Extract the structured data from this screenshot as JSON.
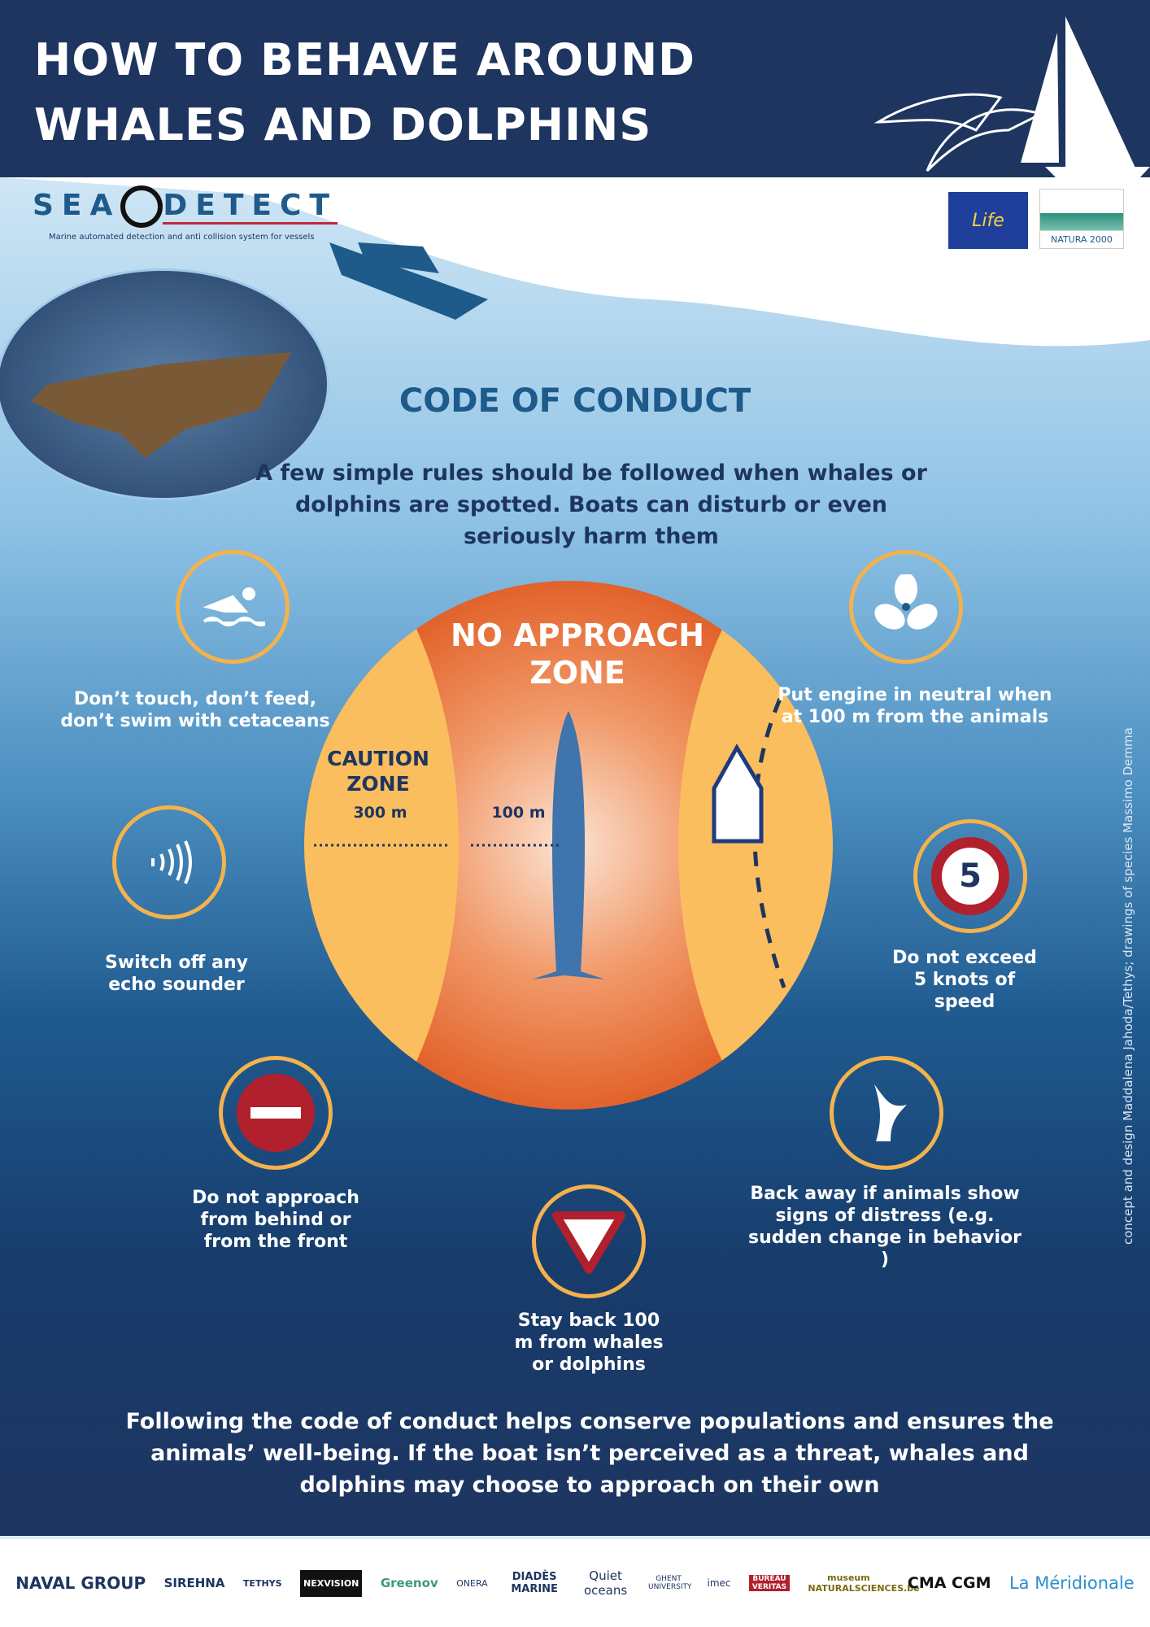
{
  "header": {
    "title_line1": "HOW TO BEHAVE AROUND",
    "title_line2": "WHALES AND DOLPHINS"
  },
  "brand": {
    "name_left": "SEA",
    "name_right": "DETECT",
    "tagline": "Marine automated detection and anti collision system for vessels",
    "eu_logo": "Life",
    "natura": "NATURA 2000"
  },
  "main": {
    "heading": "CODE OF CONDUCT",
    "intro": "A few simple rules should be followed when whales or dolphins are spotted. Boats can disturb or even seriously harm them"
  },
  "zones": {
    "no_approach": "NO APPROACH ZONE",
    "caution": "CAUTION ZONE",
    "caution_distance": "300 m",
    "no_approach_distance": "100 m"
  },
  "rules": [
    {
      "icon": "swimmer-icon",
      "text": "Don’t touch, don’t feed, don’t swim with cetaceans"
    },
    {
      "icon": "propeller-icon",
      "text": "Put engine in neutral when at 100 m from the animals"
    },
    {
      "icon": "sonar-icon",
      "text": "Switch off any echo sounder"
    },
    {
      "icon": "speed-limit-icon",
      "text": "Do not exceed 5 knots of speed",
      "sign": "5"
    },
    {
      "icon": "no-entry-icon",
      "text": "Do not approach from behind or from the front"
    },
    {
      "icon": "whale-tail-icon",
      "text": "Back away  if animals show signs of distress (e.g.  sudden change in behavior )"
    },
    {
      "icon": "yield-icon",
      "text": "Stay back 100 m from whales or dolphins"
    }
  ],
  "footer_text": "Following the code of conduct helps conserve populations and ensures the animals’ well-being. If the boat isn’t perceived as a threat, whales and dolphins may choose to approach on their own",
  "credit": "concept and design Maddalena Jahoda/Tethys; drawings of species Massimo Demma",
  "partners": [
    "NAVAL GROUP",
    "SIREHNA",
    "TETHYS",
    "NEXVISION",
    "Greenov",
    "ONERA",
    "DIADÈS MARINE",
    "Quiet oceans",
    "GHENT UNIVERSITY",
    "imec",
    "BUREAU VERITAS",
    "museum NATURALSCIENCES.be",
    "CMA CGM",
    "La Méridionale"
  ]
}
